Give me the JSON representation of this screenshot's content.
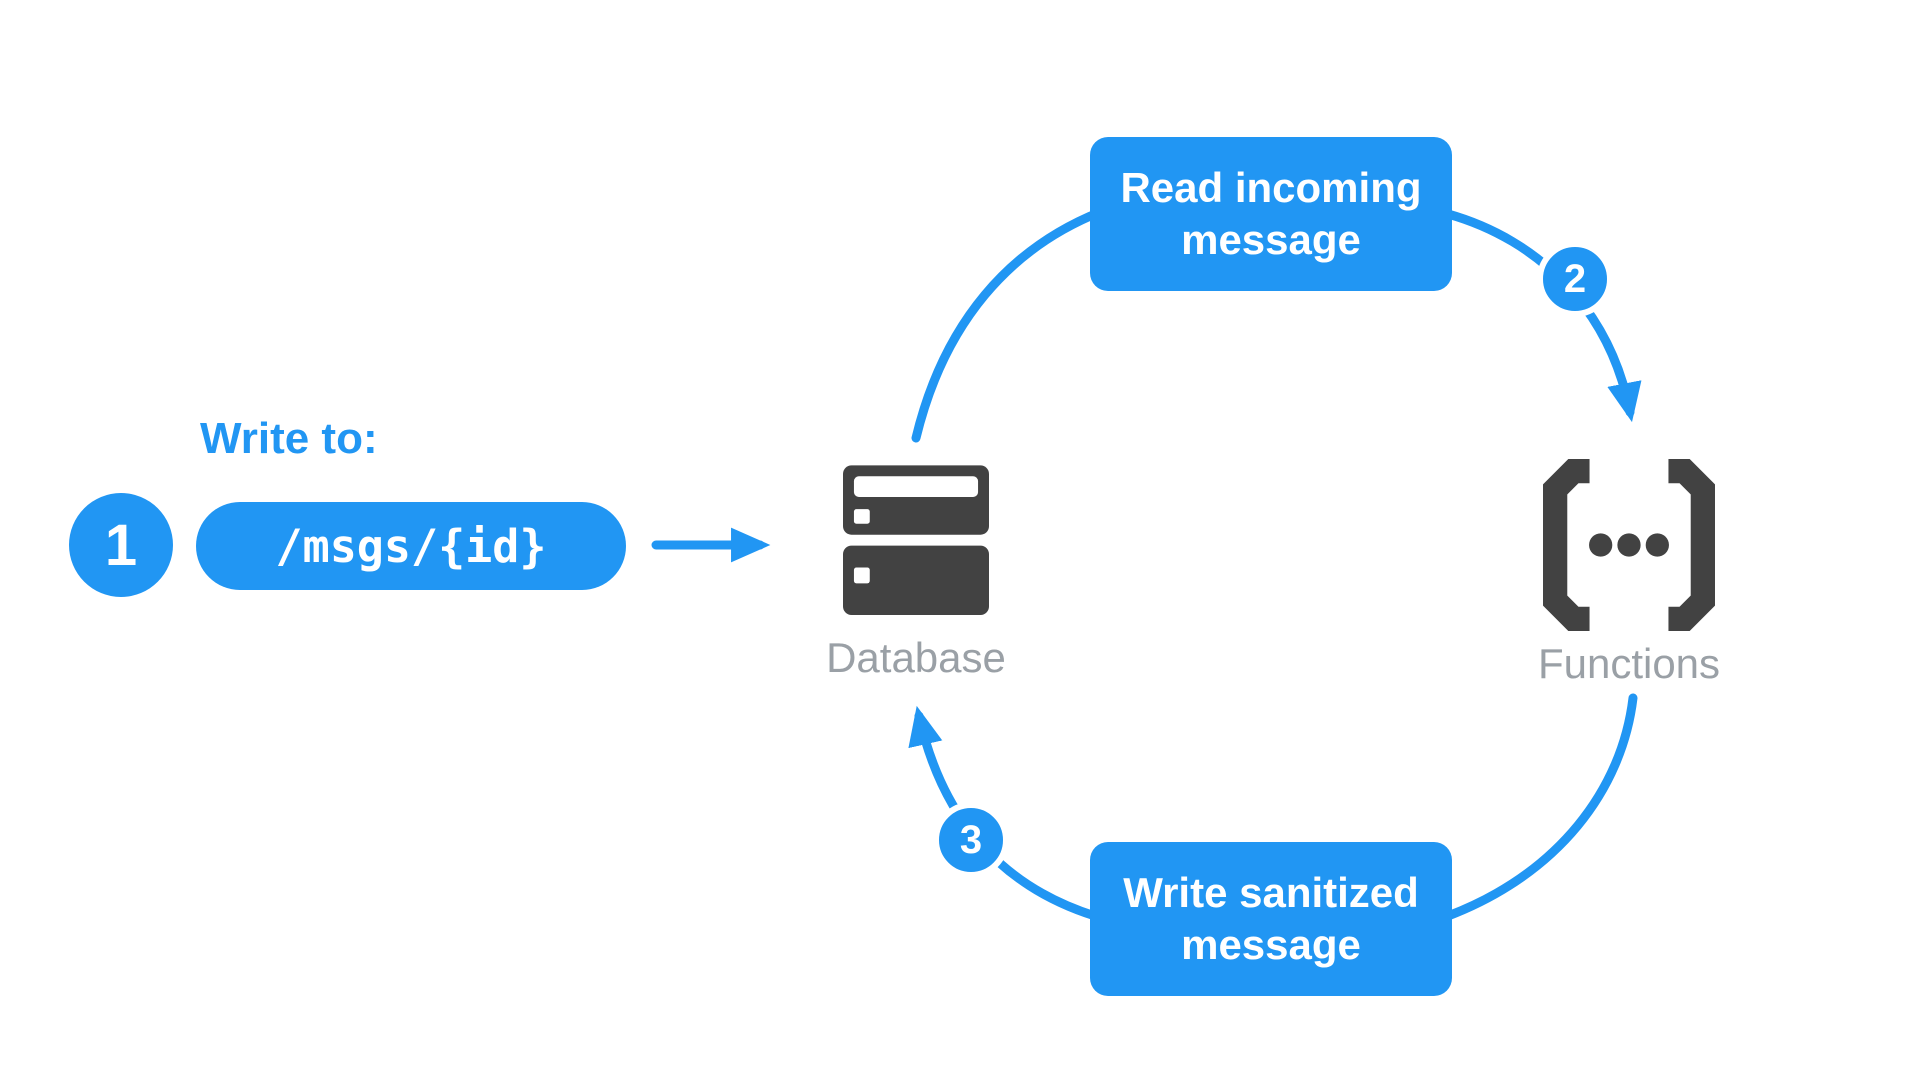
{
  "diagram": {
    "step1": {
      "number": "1",
      "caption": "Write to:",
      "code": "/msgs/{id}"
    },
    "step2": {
      "number": "2"
    },
    "step3": {
      "number": "3"
    },
    "boxes": {
      "read": {
        "line1": "Read incoming",
        "line2": "message"
      },
      "write": {
        "line1": "Write sanitized",
        "line2": "message"
      }
    },
    "nodes": {
      "database": {
        "label": "Database"
      },
      "functions": {
        "label": "Functions"
      }
    },
    "colors": {
      "accent": "#2196F3",
      "icon": "#424242",
      "node_label": "#9AA0A6",
      "background": "#FFFFFF"
    }
  }
}
